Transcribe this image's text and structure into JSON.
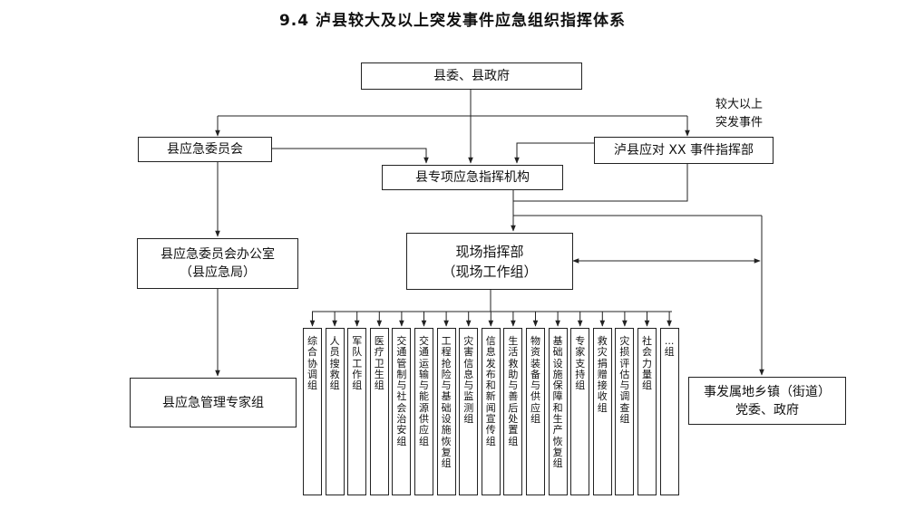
{
  "title": "9.4  泸县较大及以上突发事件应急组织指挥体系",
  "nodes": {
    "county_gov": "县委、县政府",
    "emergency_committee": "县应急委员会",
    "xx_command": "泸县应对 XX 事件指挥部",
    "special_command": "县专项应急指挥机构",
    "committee_office_1": "县应急委员会办公室",
    "committee_office_2": "（县应急局）",
    "onsite_command_1": "现场指挥部",
    "onsite_command_2": "（现场工作组）",
    "expert_group": "县应急管理专家组",
    "township_1": "事发属地乡镇（街道）",
    "township_2": "党委、政府"
  },
  "note": {
    "line1": "较大以上",
    "line2": "突发事件"
  },
  "groups": [
    "综合协调组",
    "人员搜救组",
    "军队工作组",
    "医疗卫生组",
    "交通管制与社会治安组",
    "交通运输与能源供应组",
    "工程抢险与基础设施恢复组",
    "灾害信息与监测组",
    "信息发布和新闻宣传组",
    "生活救助与善后处置组",
    "物资装备与供应组",
    "基础设施保障和生产恢复组",
    "专家支持组",
    "救灾捐赠接收组",
    "灾损评估与调查组",
    "社会力量组",
    "...组"
  ]
}
